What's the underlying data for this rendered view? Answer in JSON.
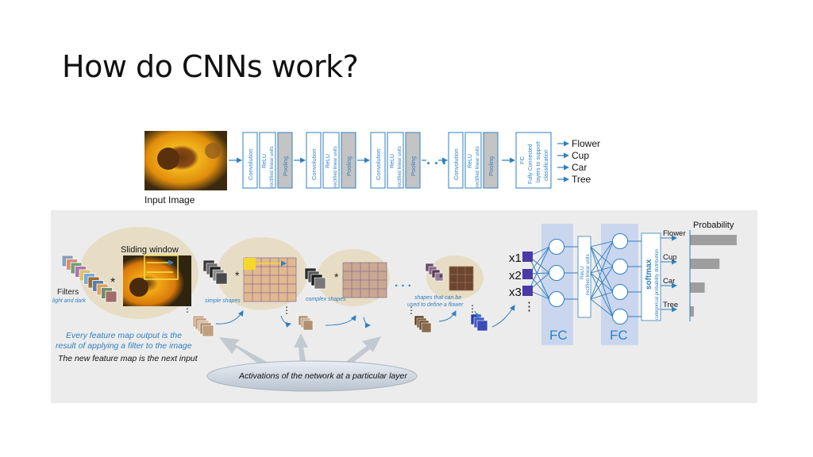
{
  "slide": {
    "title": "How do CNNs work?"
  },
  "pipeline": {
    "input_label": "Input Image",
    "layer_labels": {
      "conv": "Convolution",
      "relu": "ReLU",
      "relu_sub": "rectified linear units",
      "pool": "Pooling"
    },
    "fc_labels": {
      "fc": "FC",
      "fc_sub1": "Fully Connected",
      "fc_sub2": "layers to support",
      "fc_sub3": "classification"
    },
    "dots": ". . .",
    "classes": [
      "Flower",
      "Cup",
      "Car",
      "Tree"
    ]
  },
  "detail": {
    "sliding_window": "Sliding window",
    "filters": "Filters",
    "filters_sub": "light and dark",
    "star": "*",
    "simple_shapes": "simple shapes",
    "complex_shapes": "complex shapes",
    "flower_shapes_1": "shapes that can be",
    "flower_shapes_2": "used to define a flower",
    "dots": ". . .",
    "vdots": "⋮",
    "feature_map_1": "Every feature map output is the",
    "feature_map_2": "result of applying a filter to the image",
    "next_input": "The new feature map is the next input",
    "activations": "Activations of the network at a particular layer",
    "x_inputs": [
      "x1",
      "x2",
      "x3"
    ],
    "fc": "FC",
    "relu": "ReLU",
    "relu_sub": "rectified linear units",
    "softmax": "softmax",
    "softmax_sub": "categorical probability distribution",
    "probability": "Probability",
    "classes": [
      "Flower",
      "Cup",
      "Car",
      "Tree"
    ],
    "probabilities": [
      0.95,
      0.6,
      0.3,
      0.08
    ]
  },
  "colors": {
    "blue": "#2f7fc1",
    "panel": "#ececec",
    "fc_panel": "#c9d6ee",
    "beige": "#e6ddc4",
    "bar": "#9e9e9e",
    "pool_box": "#c4c4c4"
  }
}
